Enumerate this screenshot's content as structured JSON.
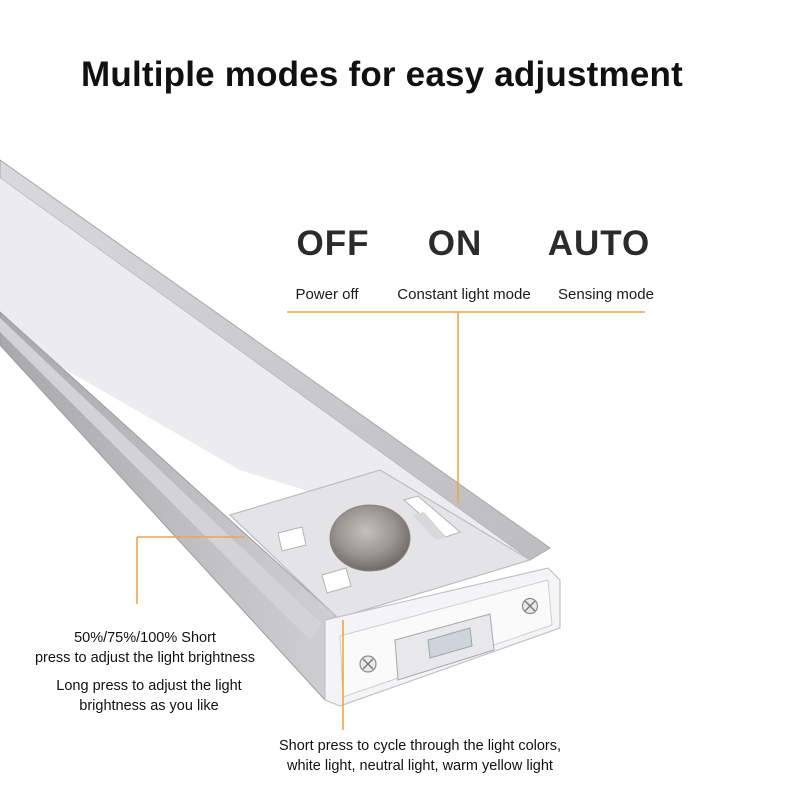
{
  "title": "Multiple modes for easy adjustment",
  "modes": [
    {
      "name": "OFF",
      "description": "Power off"
    },
    {
      "name": "ON",
      "description": "Constant light mode"
    },
    {
      "name": "AUTO",
      "description": "Sensing mode"
    }
  ],
  "notes": {
    "brightness_line1": "50%/75%/100% Short",
    "brightness_line2": "press to adjust the light brightness",
    "longpress_line1": "Long press to adjust the light",
    "longpress_line2": "brightness as you like",
    "color_line1": "Short press to cycle through the light colors,",
    "color_line2": "white light, neutral light, warm yellow light"
  },
  "colors": {
    "callout_line": "#f0a44a",
    "aluminium": "#c9c9cb",
    "panel": "#e6e6e8"
  }
}
